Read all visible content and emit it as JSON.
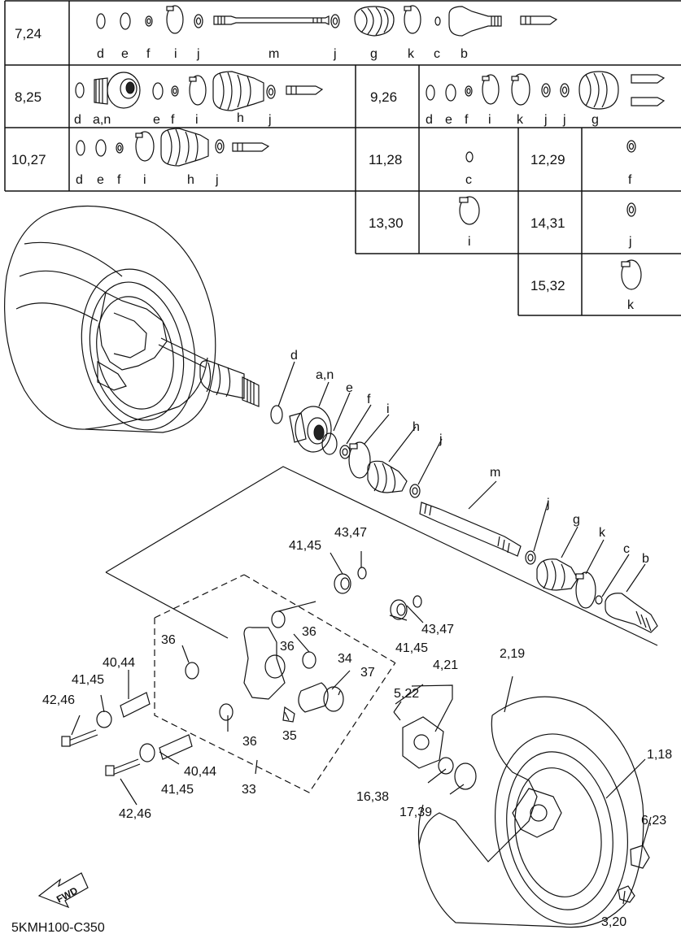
{
  "table": {
    "rows": [
      {
        "id": "7,24",
        "letters": [
          "d",
          "e",
          "f",
          "i",
          "j",
          "m",
          "j",
          "g",
          "k",
          "c",
          "b"
        ]
      },
      {
        "id": "8,25",
        "letters": [
          "d",
          "a,n",
          "e",
          "f",
          "i",
          "h",
          "j"
        ]
      },
      {
        "id": "9,26",
        "letters": [
          "d",
          "e",
          "f",
          "i",
          "k",
          "j",
          "j",
          "g"
        ]
      },
      {
        "id": "10,27",
        "letters": [
          "d",
          "e",
          "f",
          "i",
          "h",
          "j"
        ]
      },
      {
        "id": "11,28",
        "letters": [
          "c"
        ]
      },
      {
        "id": "12,29",
        "letters": [
          "f"
        ]
      },
      {
        "id": "13,30",
        "letters": [
          "i"
        ]
      },
      {
        "id": "14,31",
        "letters": [
          "j"
        ]
      },
      {
        "id": "15,32",
        "letters": [
          "k"
        ]
      }
    ]
  },
  "callouts": {
    "axle": [
      "d",
      "a,n",
      "e",
      "f",
      "i",
      "h",
      "j",
      "m",
      "j",
      "g",
      "k",
      "c",
      "b"
    ],
    "parts": [
      "41,45",
      "43,47",
      "36",
      "36",
      "36",
      "36",
      "43,47",
      "41,45",
      "40,44",
      "41,45",
      "42,46",
      "34",
      "37",
      "35",
      "4,21",
      "5,22",
      "2,19",
      "1,18",
      "40,44",
      "41,45",
      "42,46",
      "33",
      "16,38",
      "17,39",
      "6,23",
      "3,20"
    ]
  },
  "fwd_label": "FWD",
  "drawing_code": "5KMH100-C350"
}
